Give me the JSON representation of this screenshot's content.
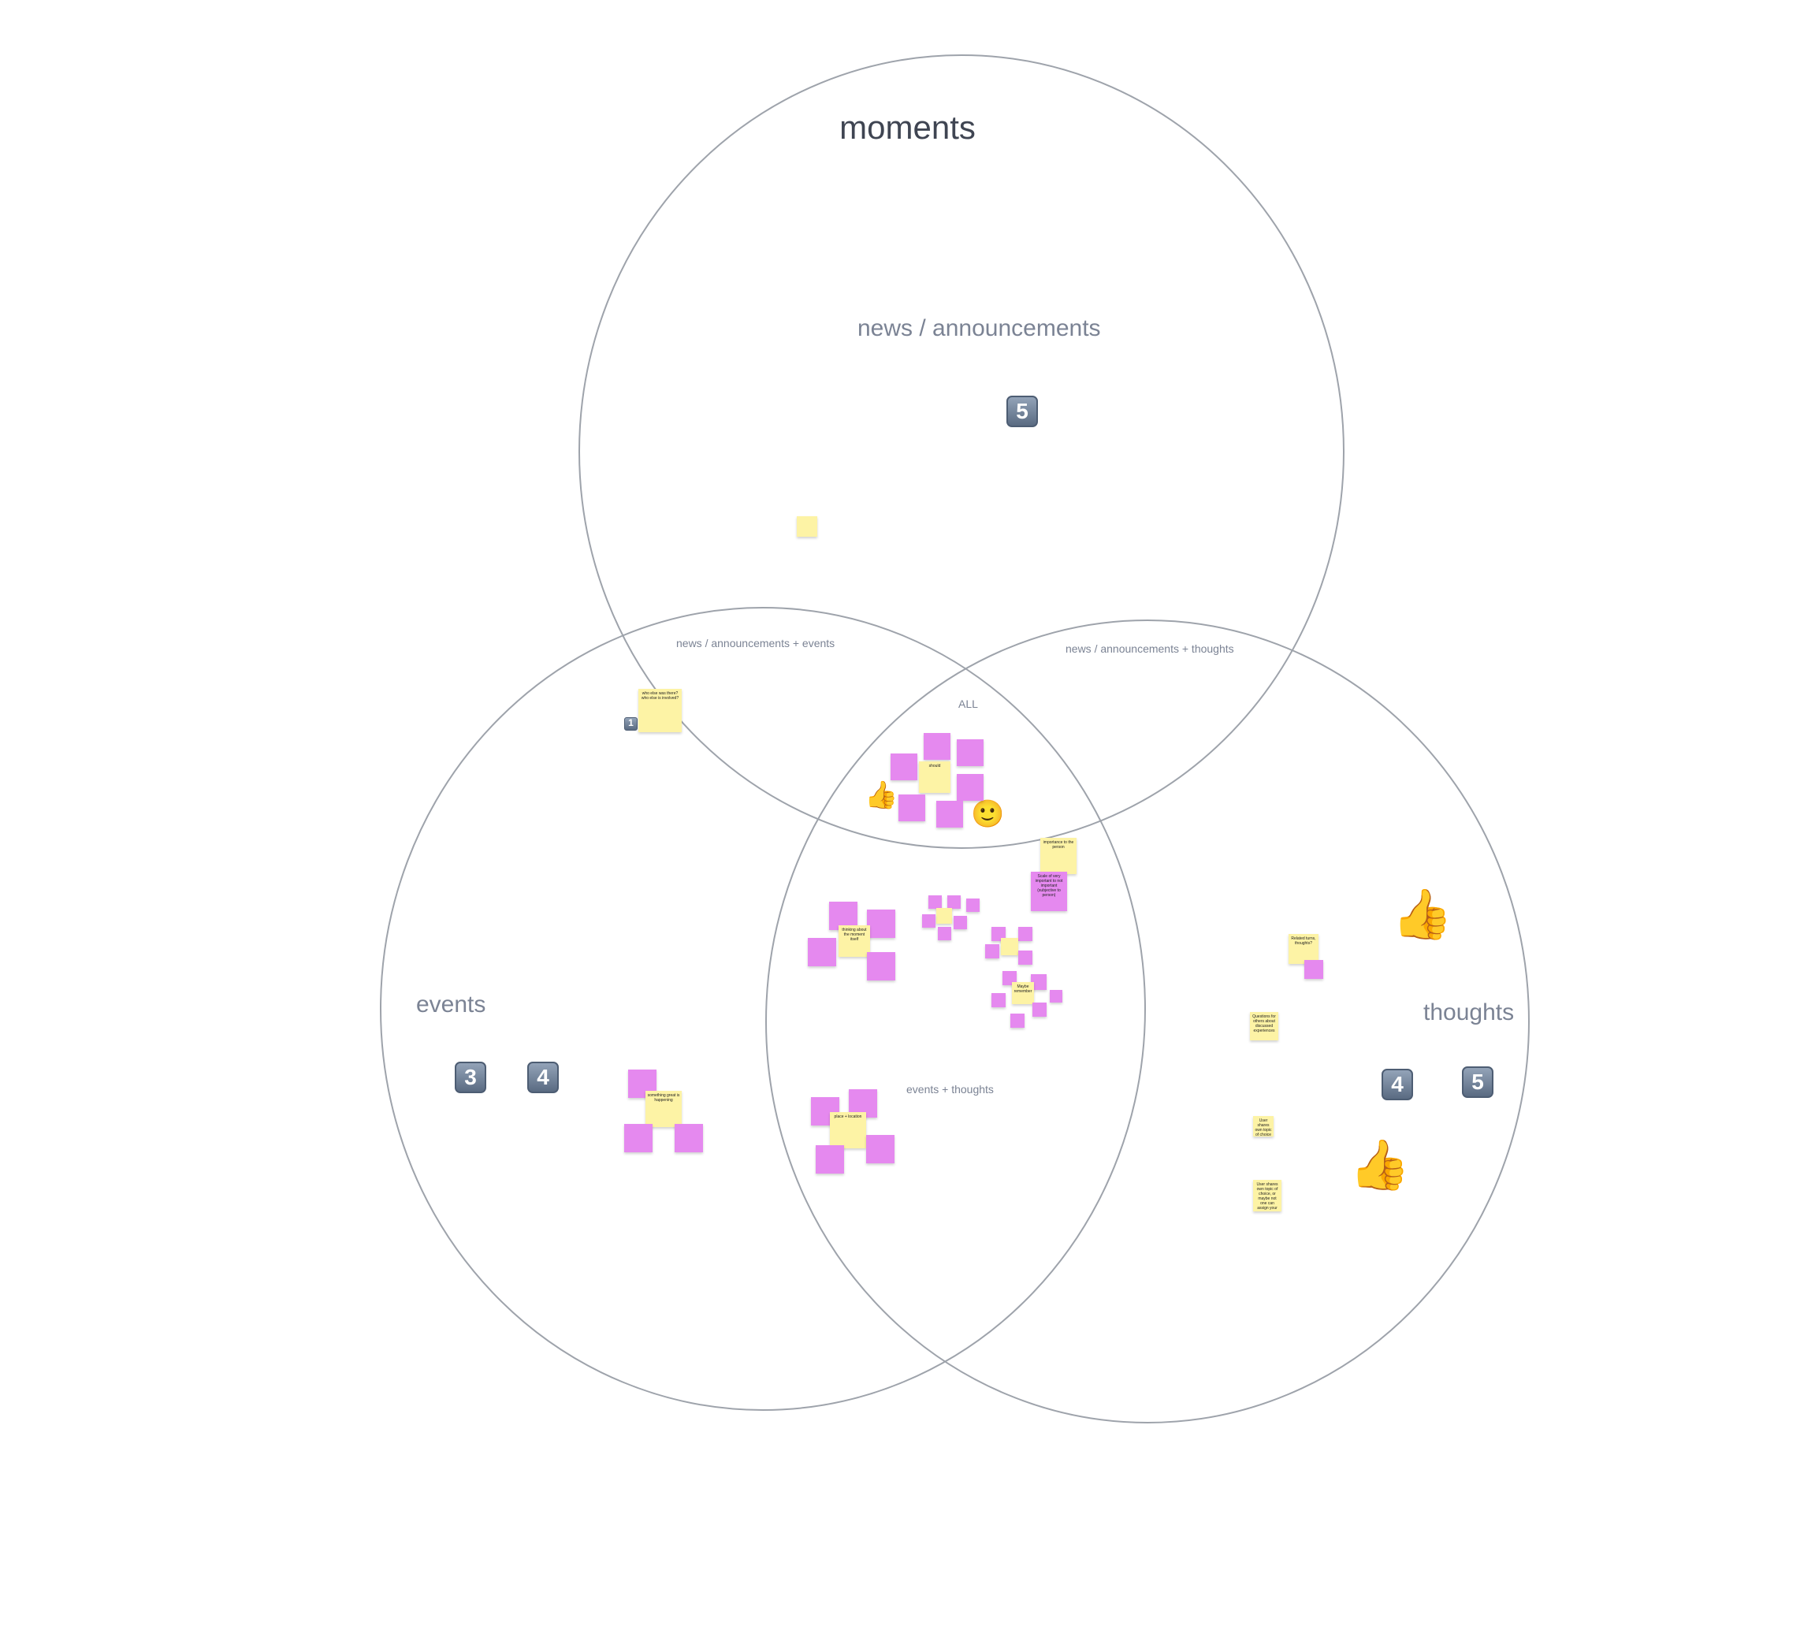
{
  "title": "moments",
  "sets": {
    "news": "news / announcements",
    "events": "events",
    "thoughts": "thoughts"
  },
  "regions": {
    "news_events": "news / announcements + events",
    "news_thoughts": "news / announcements + thoughts",
    "events_thoughts": "events + thoughts",
    "all": "ALL"
  },
  "notes": {
    "news_events_question": "who else was there? who else is involved?",
    "all_center": "should",
    "importance": "importance to the person",
    "scale": "Scale of very important to not important (subjective to person)",
    "thinking_about": "thinking about the moment itself",
    "maybe_remember": "Maybe remember",
    "something_great": "something great is happening",
    "place_location": "place + location",
    "thoughts_q1": "Related turns, thoughts?",
    "thoughts_q2": "Questions for others about discussed experiences",
    "thoughts_q3": "User shares own topic of choice",
    "thoughts_q4": "User shares own topic of choice, or maybe not one can assign your own background to see the visuals on"
  },
  "votes": {
    "news": [
      "5"
    ],
    "events": [
      "3",
      "4"
    ],
    "thoughts": [
      "4",
      "5"
    ],
    "news_events": [
      "1"
    ]
  },
  "reactions": {
    "thumbs_up": "👍",
    "smile": "🙂"
  }
}
